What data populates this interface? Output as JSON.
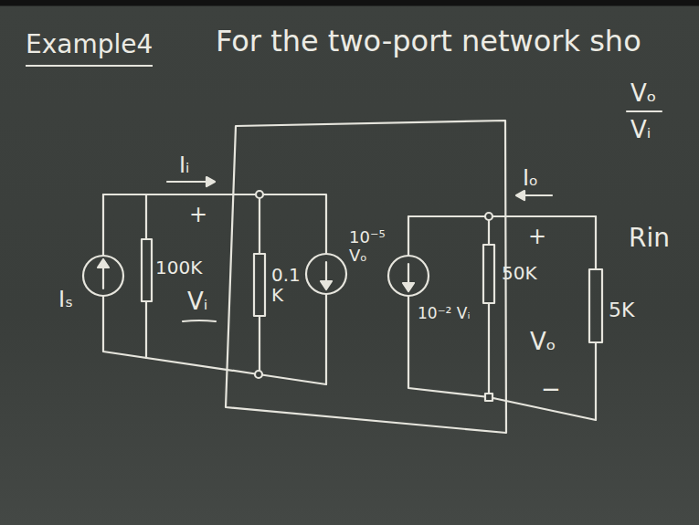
{
  "diagram": {
    "title": "Example4",
    "labels": [
      "For the two-port network sho",
      "Iᵢ",
      "+",
      "Iₛ",
      "100K",
      "Vᵢ",
      "0.1 K",
      "10⁻⁵ Vₒ",
      "Iₒ",
      "10⁻² Vᵢ",
      "50K",
      "+",
      "Vₒ",
      "−",
      "5K",
      "Vₒ",
      "Vᵢ",
      "Rin"
    ]
  }
}
